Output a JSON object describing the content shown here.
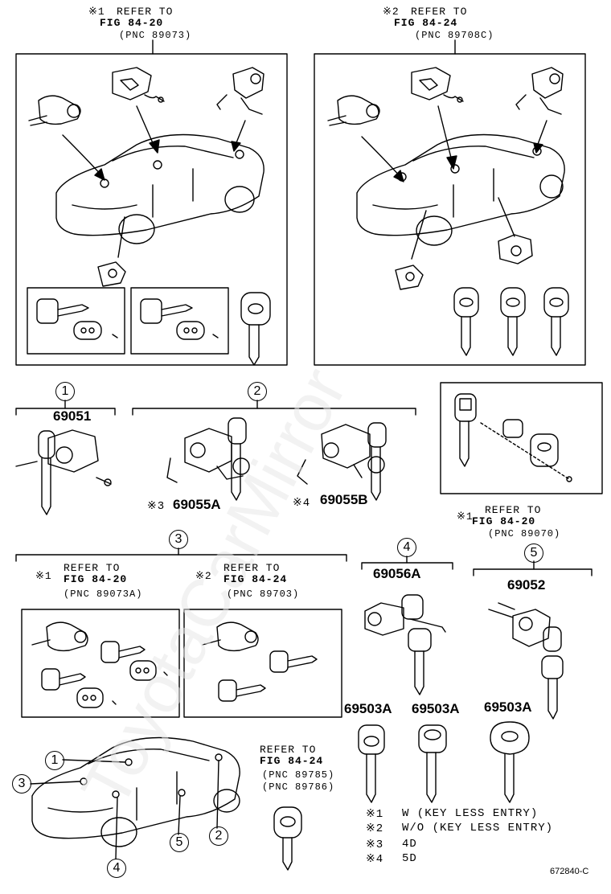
{
  "refs": {
    "top_left": {
      "mark": "※1",
      "line1": "REFER TO",
      "line2": "FIG 84-20",
      "pnc": "(PNC 89073)"
    },
    "top_right": {
      "mark": "※2",
      "line1": "REFER TO",
      "line2": "FIG 84-24",
      "pnc": "(PNC 89708C)"
    },
    "mid_right": {
      "mark": "※1",
      "line1": "REFER TO",
      "line2": "FIG 84-20",
      "pnc": "(PNC 89070)"
    },
    "sec3_left": {
      "mark": "※1",
      "line1": "REFER TO",
      "line2": "FIG 84-20",
      "pnc": "(PNC 89073A)"
    },
    "sec3_right": {
      "mark": "※2",
      "line1": "REFER TO",
      "line2": "FIG 84-24",
      "pnc": "(PNC 89703)"
    },
    "bottom": {
      "line1": "REFER TO",
      "line2": "FIG 84-24",
      "pnc1": "(PNC 89785)",
      "pnc2": "(PNC 89786)"
    }
  },
  "groups": {
    "g1": "1",
    "g2": "2",
    "g3": "3",
    "g4": "4",
    "g5": "5"
  },
  "parts": {
    "p69051": "69051",
    "p69055A": "69055A",
    "p69055A_mark": "※3",
    "p69055B": "69055B",
    "p69055B_mark": "※4",
    "p69056A": "69056A",
    "p69052": "69052",
    "key1": "69503A",
    "key2": "69503A",
    "key3": "69503A"
  },
  "car_callouts": [
    "1",
    "2",
    "3",
    "4",
    "5"
  ],
  "legend": [
    {
      "mark": "※1",
      "text": "W (KEY LESS ENTRY)"
    },
    {
      "mark": "※2",
      "text": "W/O (KEY LESS ENTRY)"
    },
    {
      "mark": "※3",
      "text": "4D"
    },
    {
      "mark": "※4",
      "text": "5D"
    }
  ],
  "code": "672840-C",
  "watermark": "ToyotaCarMirror"
}
